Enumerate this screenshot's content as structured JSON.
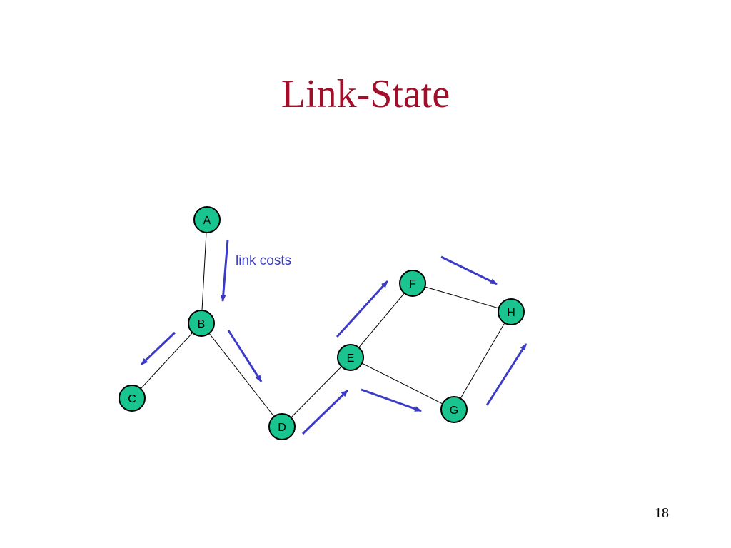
{
  "slide": {
    "title": "Link-State",
    "page_number": "18",
    "colors": {
      "title": "#A0102A",
      "node_fill": "#19C48F",
      "node_stroke": "#000000",
      "edge": "#000000",
      "arrow": "#3B3BC8",
      "annotation": "#3B3BC8"
    }
  },
  "diagram": {
    "annotation": "link costs",
    "nodes": [
      {
        "id": "A",
        "label": "A"
      },
      {
        "id": "B",
        "label": "B"
      },
      {
        "id": "C",
        "label": "C"
      },
      {
        "id": "D",
        "label": "D"
      },
      {
        "id": "E",
        "label": "E"
      },
      {
        "id": "F",
        "label": "F"
      },
      {
        "id": "G",
        "label": "G"
      },
      {
        "id": "H",
        "label": "H"
      }
    ],
    "edges": [
      {
        "from": "A",
        "to": "B"
      },
      {
        "from": "B",
        "to": "C"
      },
      {
        "from": "B",
        "to": "D"
      },
      {
        "from": "D",
        "to": "E"
      },
      {
        "from": "E",
        "to": "F"
      },
      {
        "from": "E",
        "to": "G"
      },
      {
        "from": "F",
        "to": "H"
      },
      {
        "from": "G",
        "to": "H"
      }
    ],
    "cost_arrows": [
      {
        "from": "A",
        "to": "B"
      },
      {
        "from": "B",
        "to": "C"
      },
      {
        "from": "B",
        "to": "D"
      },
      {
        "from": "D",
        "to": "E"
      },
      {
        "from": "E",
        "to": "F"
      },
      {
        "from": "E",
        "to": "G"
      },
      {
        "from": "F",
        "to": "H"
      },
      {
        "from": "G",
        "to": "H"
      }
    ]
  }
}
